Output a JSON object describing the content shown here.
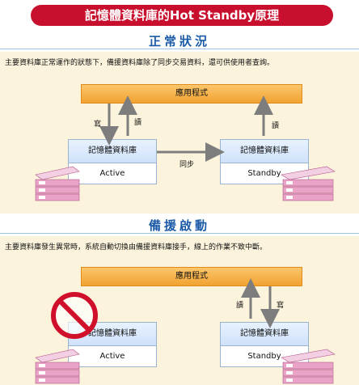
{
  "title": "記憶體資料庫的Hot Standby原理",
  "normal": {
    "heading": "正常狀況",
    "description": "主要資料庫正常運作的狀態下，備援資料庫除了同步交易資料，還可供使用者查詢。",
    "app_label": "應用程式",
    "write_label": "寫",
    "read_label_left": "讀",
    "read_label_right": "讀",
    "sync_label": "同步",
    "primary": {
      "name": "記憶體資料庫",
      "status": "Active"
    },
    "standby": {
      "name": "記憶體資料庫",
      "status": "Standby"
    }
  },
  "failover": {
    "heading": "備援啟動",
    "description": "主要資料庫發生異常時，系統自動切換由備援資料庫接手，線上的作業不致中斷。",
    "app_label": "應用程式",
    "read_label": "讀",
    "write_label": "寫",
    "primary": {
      "name": "記憶體資料庫",
      "status": "Active"
    },
    "standby": {
      "name": "記憶體資料庫",
      "status": "Standby"
    }
  },
  "colors": {
    "title_bg": "#c8102e",
    "heading": "#1b5aa6",
    "app_bar": "#f2a231",
    "band": "#fbf3dc",
    "server": "#e9a3c6",
    "prohibit": "#d0102a"
  }
}
